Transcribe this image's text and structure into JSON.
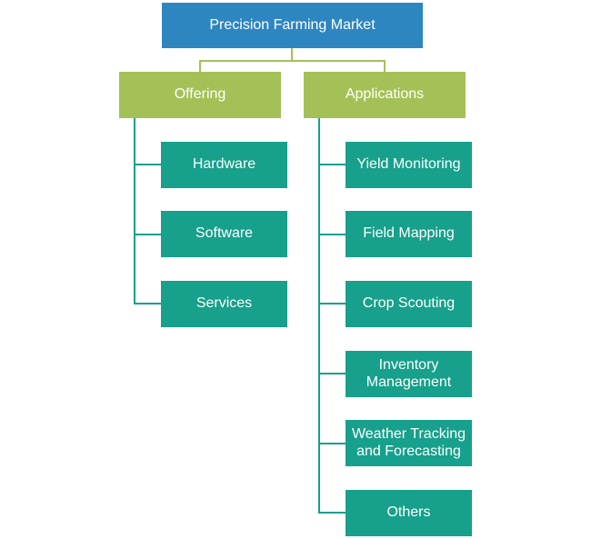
{
  "colors": {
    "root": "#2e86c1",
    "category": "#a3c157",
    "leaf": "#17a08b",
    "root_connector": "#a3c157",
    "leaf_connector": "#17a08b"
  },
  "root": {
    "label": "Precision Farming Market"
  },
  "categories": [
    {
      "label": "Offering",
      "children": [
        "Hardware",
        "Software",
        "Services"
      ]
    },
    {
      "label": "Applications",
      "children": [
        "Yield Monitoring",
        "Field Mapping",
        "Crop Scouting",
        "Inventory Management",
        "Weather Tracking and Forecasting",
        "Others"
      ]
    }
  ]
}
